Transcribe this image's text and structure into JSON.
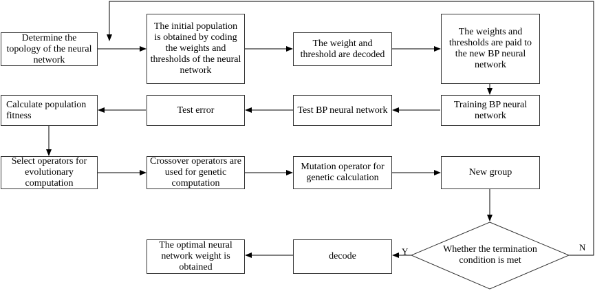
{
  "nodes": {
    "determine_topology": "Determine the topology of the neural network",
    "initial_population": "The initial population is obtained by coding the weights and thresholds of the neural network",
    "decode_weights": "The weight and threshold are decoded",
    "paid_to_bp": "The weights and thresholds are paid to the new BP neural network",
    "training_bp": "Training BP neural network",
    "test_bp": "Test BP neural network",
    "test_error": "Test error",
    "population_fitness": "Calculate population fitness",
    "select_operators": "Select operators for evolutionary computation",
    "crossover_operators": "Crossover operators are used for genetic computation",
    "mutation_operator": "Mutation operator for genetic calculation",
    "new_group": "New group",
    "termination_condition": "Whether the termination condition is met",
    "decode": "decode",
    "optimal_weight": "The optimal neural network weight is obtained"
  },
  "branch_labels": {
    "yes": "Y",
    "no": "N"
  }
}
